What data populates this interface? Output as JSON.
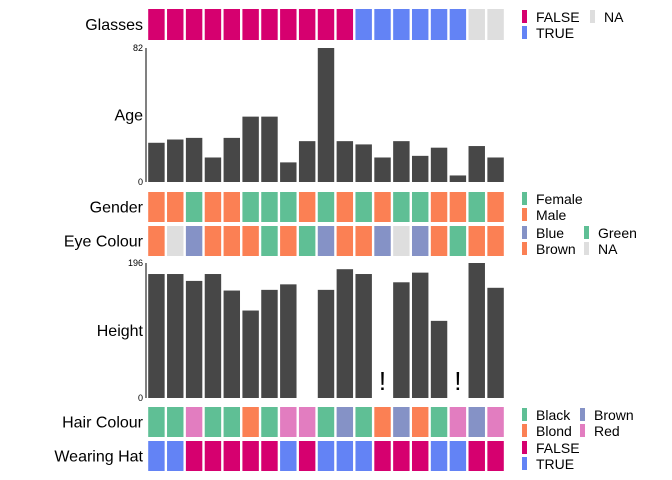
{
  "chart_data": {
    "type": "heatmap",
    "n_samples": 19,
    "tracks": [
      {
        "id": "glasses",
        "label": "Glasses",
        "kind": "categorical",
        "values": [
          "FALSE",
          "FALSE",
          "FALSE",
          "FALSE",
          "FALSE",
          "FALSE",
          "FALSE",
          "FALSE",
          "FALSE",
          "FALSE",
          "FALSE",
          "TRUE",
          "TRUE",
          "TRUE",
          "TRUE",
          "TRUE",
          "TRUE",
          "NA",
          "NA"
        ],
        "legend": [
          {
            "label": "FALSE",
            "color": "#d6006f"
          },
          {
            "label": "NA",
            "color": "#dedede"
          },
          {
            "label": "TRUE",
            "color": "#6383f5"
          }
        ]
      },
      {
        "id": "age",
        "label": "Age",
        "kind": "bar",
        "ylim": [
          0,
          82
        ],
        "tick_labels": [
          "0",
          "82"
        ],
        "values": [
          24,
          26,
          27,
          15,
          27,
          40,
          40,
          12,
          25,
          82,
          25,
          23,
          15,
          25,
          16,
          21,
          4,
          22,
          15
        ]
      },
      {
        "id": "gender",
        "label": "Gender",
        "kind": "categorical",
        "values": [
          "Male",
          "Male",
          "Female",
          "Male",
          "Male",
          "Female",
          "Female",
          "Female",
          "Male",
          "Female",
          "Male",
          "Female",
          "Male",
          "Female",
          "Female",
          "Male",
          "Male",
          "Female",
          "Male"
        ],
        "legend": [
          {
            "label": "Female",
            "color": "#5fbf95"
          },
          {
            "label": "Male",
            "color": "#fb8054"
          }
        ]
      },
      {
        "id": "eye_colour",
        "label": "Eye Colour",
        "kind": "categorical",
        "values": [
          "Brown",
          "NA",
          "Blue",
          "Brown",
          "Brown",
          "Brown",
          "Green",
          "Brown",
          "Green",
          "Blue",
          "Brown",
          "Brown",
          "Blue",
          "NA",
          "Blue",
          "Brown",
          "Green",
          "Brown",
          "Brown"
        ],
        "legend": [
          {
            "label": "Blue",
            "color": "#8592c6"
          },
          {
            "label": "Green",
            "color": "#5fbf95"
          },
          {
            "label": "Brown",
            "color": "#fb8054"
          },
          {
            "label": "NA",
            "color": "#dedede"
          }
        ]
      },
      {
        "id": "height",
        "label": "Height",
        "kind": "bar",
        "ylim": [
          0,
          196
        ],
        "tick_labels": [
          "0",
          "196"
        ],
        "missing_marker": "!",
        "values": [
          180,
          180,
          170,
          180,
          156,
          127,
          157,
          165,
          null,
          157,
          187,
          180,
          null,
          168,
          182,
          112,
          null,
          196,
          160
        ]
      },
      {
        "id": "hair_colour",
        "label": "Hair Colour",
        "kind": "categorical",
        "values": [
          "Black",
          "Black",
          "Red",
          "Black",
          "Black",
          "Blond",
          "Black",
          "Red",
          "Red",
          "Black",
          "Brown",
          "Black",
          "Blond",
          "Brown",
          "Blond",
          "Black",
          "Red",
          "Brown",
          "Red"
        ],
        "legend": [
          {
            "label": "Black",
            "color": "#5fbf95"
          },
          {
            "label": "Brown",
            "color": "#8592c6"
          },
          {
            "label": "Blond",
            "color": "#fb8054"
          },
          {
            "label": "Red",
            "color": "#e27dc0"
          }
        ]
      },
      {
        "id": "wearing_hat",
        "label": "Wearing Hat",
        "kind": "categorical",
        "values": [
          "TRUE",
          "TRUE",
          "FALSE",
          "FALSE",
          "FALSE",
          "FALSE",
          "FALSE",
          "TRUE",
          "FALSE",
          "TRUE",
          "TRUE",
          "TRUE",
          "FALSE",
          "FALSE",
          "FALSE",
          "TRUE",
          "TRUE",
          "FALSE",
          "FALSE"
        ],
        "legend": [
          {
            "label": "FALSE",
            "color": "#d6006f"
          },
          {
            "label": "TRUE",
            "color": "#6383f5"
          }
        ]
      }
    ],
    "bar_color": "#474747",
    "legend_placement": "right",
    "grid": false
  }
}
